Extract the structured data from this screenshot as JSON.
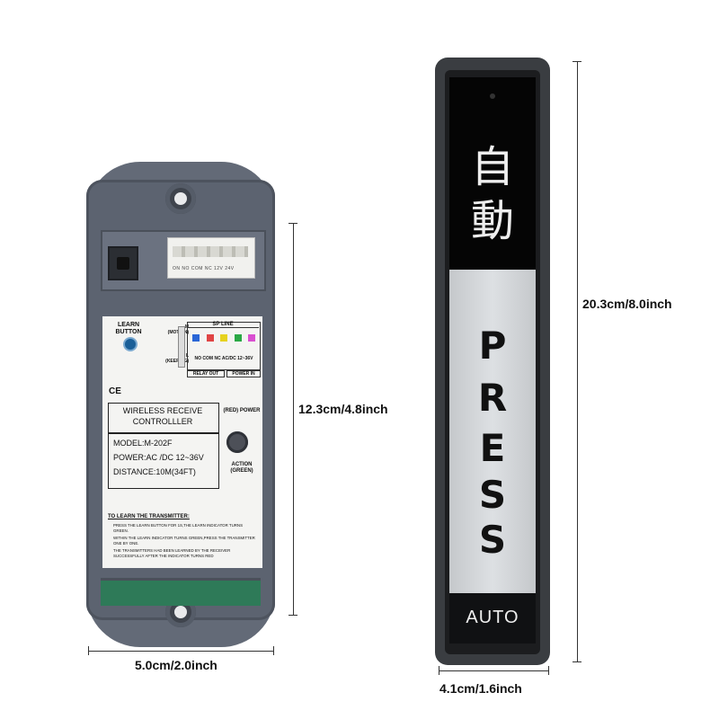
{
  "receiver": {
    "learn_button": "LEARN BUTTON",
    "mode_m": "M (MOTION)",
    "mode_l": "L (KEEPING)",
    "sp_line": "SP LINE",
    "terminals": "NO COM NC AC/DC 12~36V",
    "terminal_block": "ON NO COM NC 12V 24V",
    "relay_out": "RELAY OUT",
    "power_in": "POWER IN",
    "ce": "CE",
    "title_1": "WIRELESS RECEIVE",
    "title_2": "CONTROLLLER",
    "model": "MODEL:M-202F",
    "power": "POWER:AC /DC 12~36V",
    "distance": "DISTANCE:10M(34FT)",
    "red_power": "(RED) POWER",
    "action_green": "ACTION (GREEN)",
    "instructions_title": "TO LEARN THE TRANSMITTER:",
    "instructions": [
      "PRESS THE LEARN BUTTON FOR 1S,THE LEARN INDICATOR TURNS GREEN.",
      "WITHIN THE LEARN INDICATOR TURNS GREEN,PRESS THE TRANSMITTER ONE BY ONE.",
      "THE TRANSMITTERS HAD BEEN LEARNED BY THE RECEIVER SUCCESSFULLY AFTER THE INDICATOR TURNS RED"
    ]
  },
  "push_plate": {
    "kanji_1": "自",
    "kanji_2": "動",
    "press": [
      "P",
      "R",
      "E",
      "S",
      "S"
    ],
    "auto": "AUTO"
  },
  "dimensions": {
    "receiver_height": "12.3cm/4.8inch",
    "receiver_width": "5.0cm/2.0inch",
    "plate_height": "20.3cm/8.0inch",
    "plate_width": "4.1cm/1.6inch"
  },
  "colors": {
    "housing": "#5c6370",
    "label": "#f4f4f2",
    "plate_frame": "#3a3d41",
    "plate_black": "#050505",
    "plate_silver": "#d3d6d9"
  }
}
